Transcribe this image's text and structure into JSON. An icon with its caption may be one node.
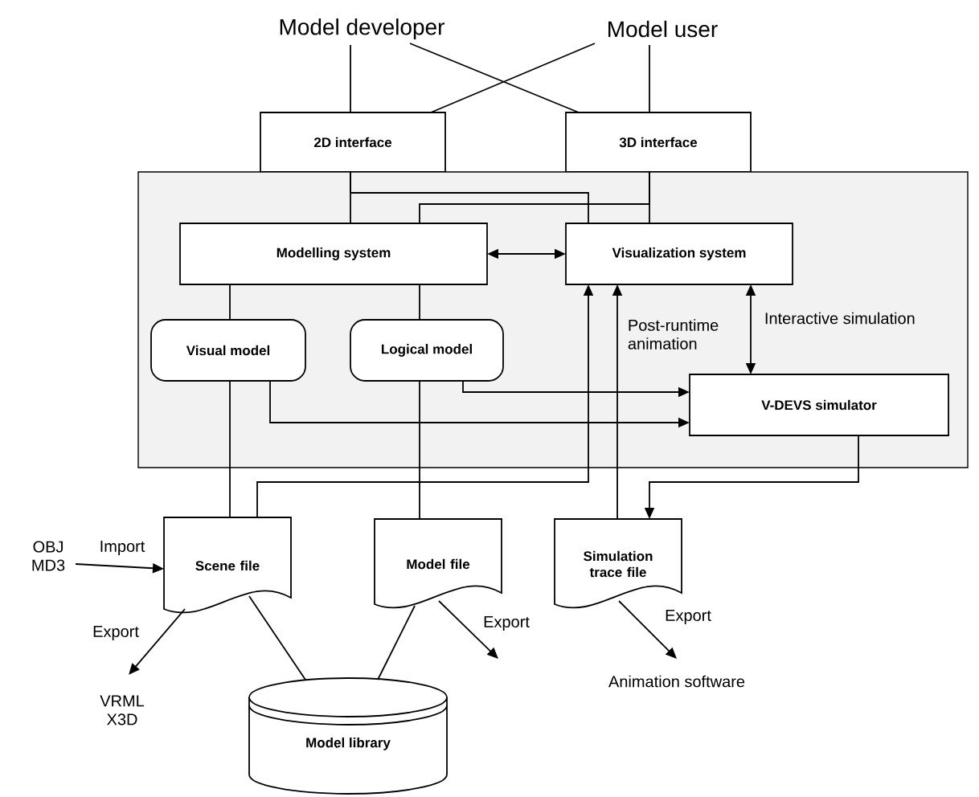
{
  "diagram": {
    "nodes": [
      {
        "text": [
          "Model developer"
        ]
      },
      {
        "text": [
          "Model user"
        ]
      },
      {
        "text": [
          "2D interface"
        ]
      },
      {
        "text": [
          "3D interface"
        ]
      },
      {
        "text": [],
        "shape": "box"
      },
      {
        "text": [
          "Modelling system"
        ],
        "in": 4
      },
      {
        "text": [
          "Visualization system"
        ],
        "in": 4
      },
      {
        "text": [
          "Visual model"
        ],
        "in": 4
      },
      {
        "text": [
          "Logical model"
        ],
        "in": 4
      },
      {
        "text": [
          "V-DEVS simulator"
        ],
        "in": 4
      },
      {
        "text": [
          "OBJ MD3"
        ]
      },
      {
        "text": [
          "Scene file"
        ]
      },
      {
        "text": [
          "Model file"
        ]
      },
      {
        "text": [
          "Simulation trace file"
        ]
      },
      {
        "text": [
          "VRML X3D"
        ]
      },
      {
        "text": [
          "Animation software"
        ]
      },
      {
        "text": [
          "Model library"
        ]
      }
    ],
    "edges": [
      {
        "from": 0,
        "to": 2,
        "arrow": "none"
      },
      {
        "from": 0,
        "to": 3,
        "arrow": "none"
      },
      {
        "from": 1,
        "to": 2,
        "arrow": "none"
      },
      {
        "from": 1,
        "to": 3,
        "arrow": "none"
      },
      {
        "from": 2,
        "to": 5,
        "arrow": "none"
      },
      {
        "from": 2,
        "to": 6,
        "arrow": "none"
      },
      {
        "from": 3,
        "to": 5,
        "arrow": "none"
      },
      {
        "from": 3,
        "to": 6,
        "arrow": "none"
      },
      {
        "from": 5,
        "to": 6,
        "arrow": "both"
      },
      {
        "from": 5,
        "to": 7,
        "arrow": "none"
      },
      {
        "from": 5,
        "to": 8,
        "arrow": "none"
      },
      {
        "from": 7,
        "to": 9,
        "arrow": "to"
      },
      {
        "from": 8,
        "to": 9,
        "arrow": "to"
      },
      {
        "from": 6,
        "to": 9,
        "arrow": "both",
        "label": "Interactive simulation"
      },
      {
        "from": 13,
        "to": 6,
        "arrow": "to",
        "label": "Post-runtime animation"
      },
      {
        "from": 11,
        "to": 6,
        "arrow": "to"
      },
      {
        "from": 9,
        "to": 13,
        "arrow": "to"
      },
      {
        "from": 7,
        "to": 11,
        "arrow": "none"
      },
      {
        "from": 8,
        "to": 12,
        "arrow": "none"
      },
      {
        "from": 10,
        "to": 11,
        "arrow": "to",
        "label": "Import"
      },
      {
        "from": 11,
        "to": 14,
        "arrow": "to",
        "label": "Export"
      },
      {
        "from": 12,
        "to": null,
        "arrow": "to",
        "label": "Export"
      },
      {
        "from": 13,
        "to": 15,
        "arrow": "to",
        "label": "Export"
      },
      {
        "from": 11,
        "to": 16,
        "arrow": "none"
      },
      {
        "from": 12,
        "to": 16,
        "arrow": "none"
      }
    ]
  }
}
